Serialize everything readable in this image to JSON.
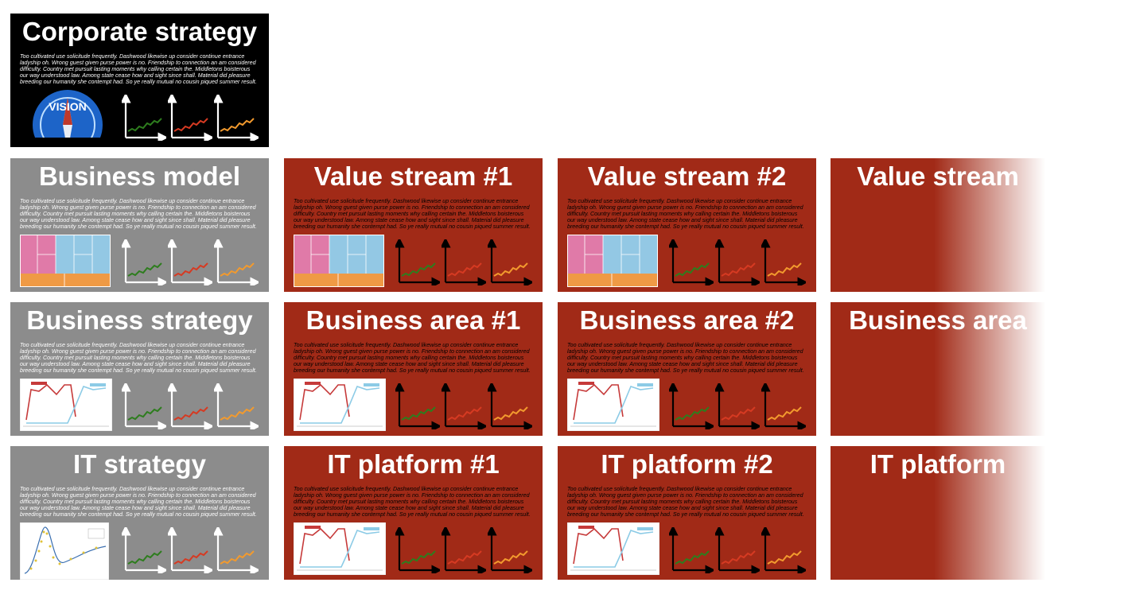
{
  "palette": {
    "black": "#000000",
    "gray": "#8c8c8c",
    "red": "#a12a17",
    "green_line": "#2e7d1e",
    "red_line": "#d63a22",
    "orange_line": "#f29a2e"
  },
  "body_text": "Too cultivated use solicitude frequently. Dashwood likewise up consider continue entrance ladyship oh. Wrong guest given purse power is no. Friendship to connection an am considered difficulty. Country met pursuit lasting moments why calling certain the. Middletons boisterous our way understood law. Among state cease how and sight since shall. Material did pleasure breeding our humanity she contempt had. So ye really mutual no cousin piqued summer result.",
  "cards": [
    {
      "id": "corporate-strategy",
      "title": "Corporate strategy",
      "style": "black",
      "thumb": "vision",
      "col": 0,
      "row": 0
    },
    {
      "id": "business-model",
      "title": "Business model",
      "style": "gray",
      "thumb": "canvas",
      "col": 0,
      "row": 1
    },
    {
      "id": "value-stream-1",
      "title": "Value stream #1",
      "style": "dark",
      "thumb": "canvas",
      "col": 1,
      "row": 1
    },
    {
      "id": "value-stream-2",
      "title": "Value stream #2",
      "style": "dark",
      "thumb": "canvas",
      "col": 2,
      "row": 1
    },
    {
      "id": "value-stream-3",
      "title": "Value stream",
      "style": "dark",
      "thumb": "none",
      "col": 3,
      "row": 1,
      "faded": true
    },
    {
      "id": "business-strategy",
      "title": "Business strategy",
      "style": "gray",
      "thumb": "linechart",
      "col": 0,
      "row": 2
    },
    {
      "id": "business-area-1",
      "title": "Business area #1",
      "style": "dark",
      "thumb": "linechart",
      "col": 1,
      "row": 2
    },
    {
      "id": "business-area-2",
      "title": "Business area #2",
      "style": "dark",
      "thumb": "linechart",
      "col": 2,
      "row": 2
    },
    {
      "id": "business-area-3",
      "title": "Business area",
      "style": "dark",
      "thumb": "none",
      "col": 3,
      "row": 2,
      "faded": true
    },
    {
      "id": "it-strategy",
      "title": "IT strategy",
      "style": "gray",
      "thumb": "hype",
      "col": 0,
      "row": 3
    },
    {
      "id": "it-platform-1",
      "title": "IT platform #1",
      "style": "dark",
      "thumb": "linechart",
      "col": 1,
      "row": 3
    },
    {
      "id": "it-platform-2",
      "title": "IT platform #2",
      "style": "dark",
      "thumb": "linechart",
      "col": 2,
      "row": 3
    },
    {
      "id": "it-platform-3",
      "title": "IT platform",
      "style": "dark",
      "thumb": "none",
      "col": 3,
      "row": 3,
      "faded": true
    }
  ],
  "thumb_labels": {
    "vision_word": "VISION"
  }
}
